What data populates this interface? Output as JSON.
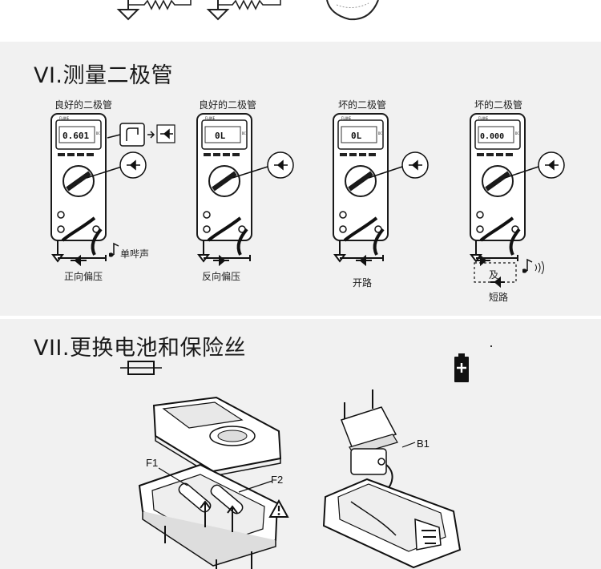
{
  "sections": {
    "diode": {
      "title": "VI.测量二极管"
    },
    "replace": {
      "title": "VII.更换电池和保险丝"
    }
  },
  "diode_panels": [
    {
      "top_caption": "良好的二极管",
      "reading": "0.601",
      "bottom_caption": "正向偏压",
      "side_caption": "单哔声"
    },
    {
      "top_caption": "良好的二极管",
      "reading": "0L",
      "bottom_caption": "反向偏压"
    },
    {
      "top_caption": "坏的二极管",
      "reading": "0L",
      "bottom_caption": "开路"
    },
    {
      "top_caption": "坏的二极管",
      "reading": "0.000",
      "bottom_caption_1": "及",
      "bottom_caption_2": "短路"
    }
  ],
  "meter": {
    "brand": "FLUKE",
    "unit": "DC",
    "unit_v": "V"
  },
  "replacement": {
    "fuse1": "F1",
    "fuse2": "F2",
    "battery": "B1"
  },
  "icons": [
    "resistor-icon",
    "ground-icon",
    "diode-icon",
    "hand-button-icon",
    "speaker-icon",
    "fuse-icon",
    "battery-icon",
    "warning-icon"
  ]
}
